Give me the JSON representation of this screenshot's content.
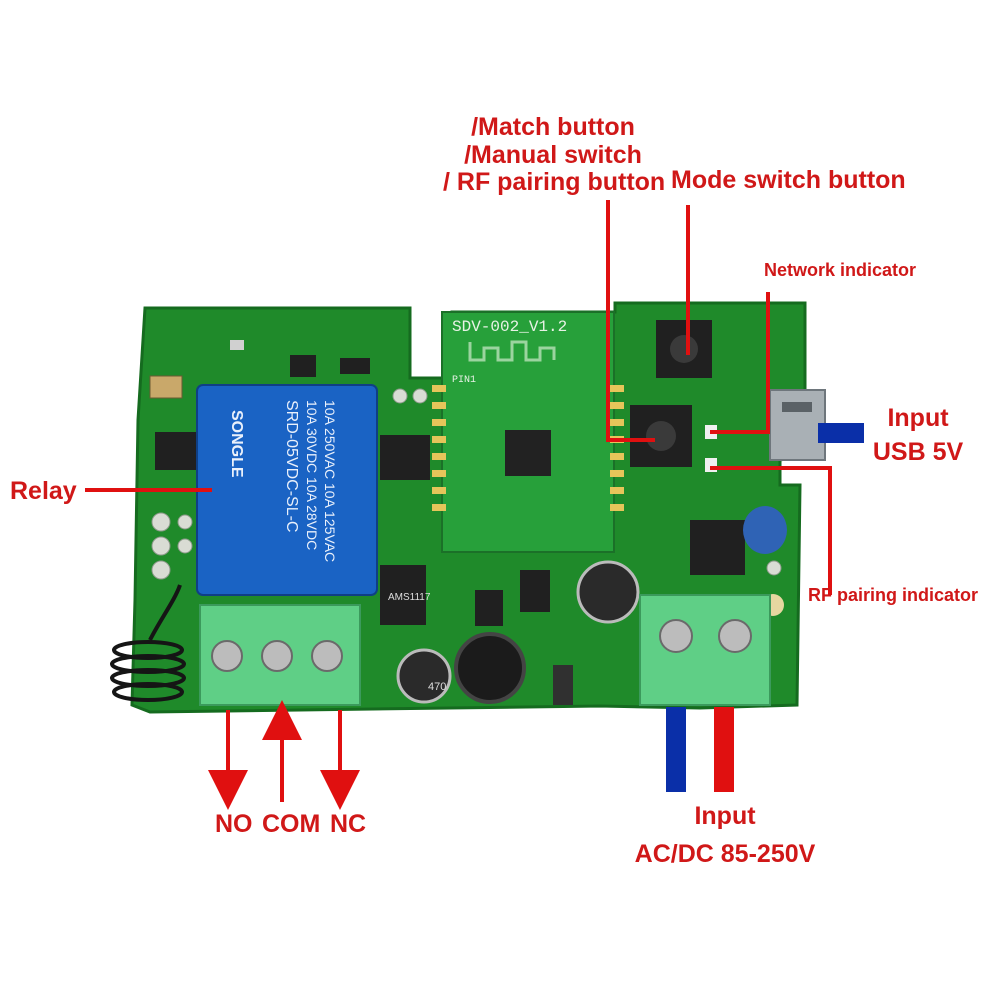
{
  "labels": {
    "match_line1": "/Match button",
    "match_line2": "/Manual switch",
    "match_line3": "/ RF pairing button",
    "mode_switch": "Mode switch button",
    "network_indicator": "Network indicator",
    "input_usb_line1": "Input",
    "input_usb_line2": "USB 5V",
    "relay": "Relay",
    "rf_pairing_indicator": "RF pairing indicator",
    "no": "NO",
    "com": "COM",
    "nc": "NC",
    "input_ac_line1": "Input",
    "input_ac_line2": "AC/DC 85-250V"
  },
  "board": {
    "module_label": "SDV-002_V1.2",
    "relay_brand": "SONGLE",
    "relay_rating_1": "10A 250VAC  10A 125VAC",
    "relay_rating_2": "10A 30VDC  10A 28VDC",
    "relay_model": "SRD-05VDC-SL-C",
    "regulator": "AMS1117",
    "cap_label": "470",
    "pin_label": "PIN1"
  },
  "colors": {
    "label_red": "#d01818",
    "pcb_green": "#1f8a2a",
    "relay_blue": "#1a63c4",
    "terminal_green": "#5fcf86",
    "wire_blue": "#0a2fa8",
    "wire_red": "#e01010"
  }
}
